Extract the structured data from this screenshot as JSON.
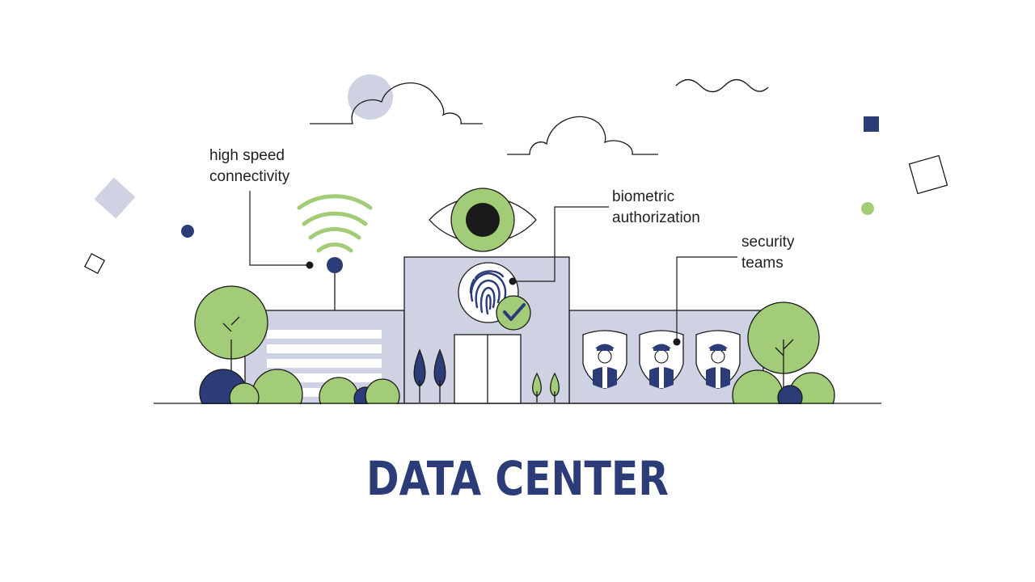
{
  "title": "DATA CENTER",
  "callouts": {
    "connectivity": {
      "line1": "high speed",
      "line2": "connectivity"
    },
    "biometric": {
      "line1": "biometric",
      "line2": "authorization"
    },
    "security": {
      "line1": "security",
      "line2": "teams"
    }
  },
  "colors": {
    "navy": "#2c3c78",
    "green": "#a3cc78",
    "lavender": "#cfd2e2",
    "ink": "#1a1a1a"
  },
  "icons": [
    "wifi-icon",
    "eye-icon",
    "fingerprint-icon",
    "checkmark-icon",
    "security-guard-icon",
    "cloud-icon",
    "tree-icon"
  ]
}
